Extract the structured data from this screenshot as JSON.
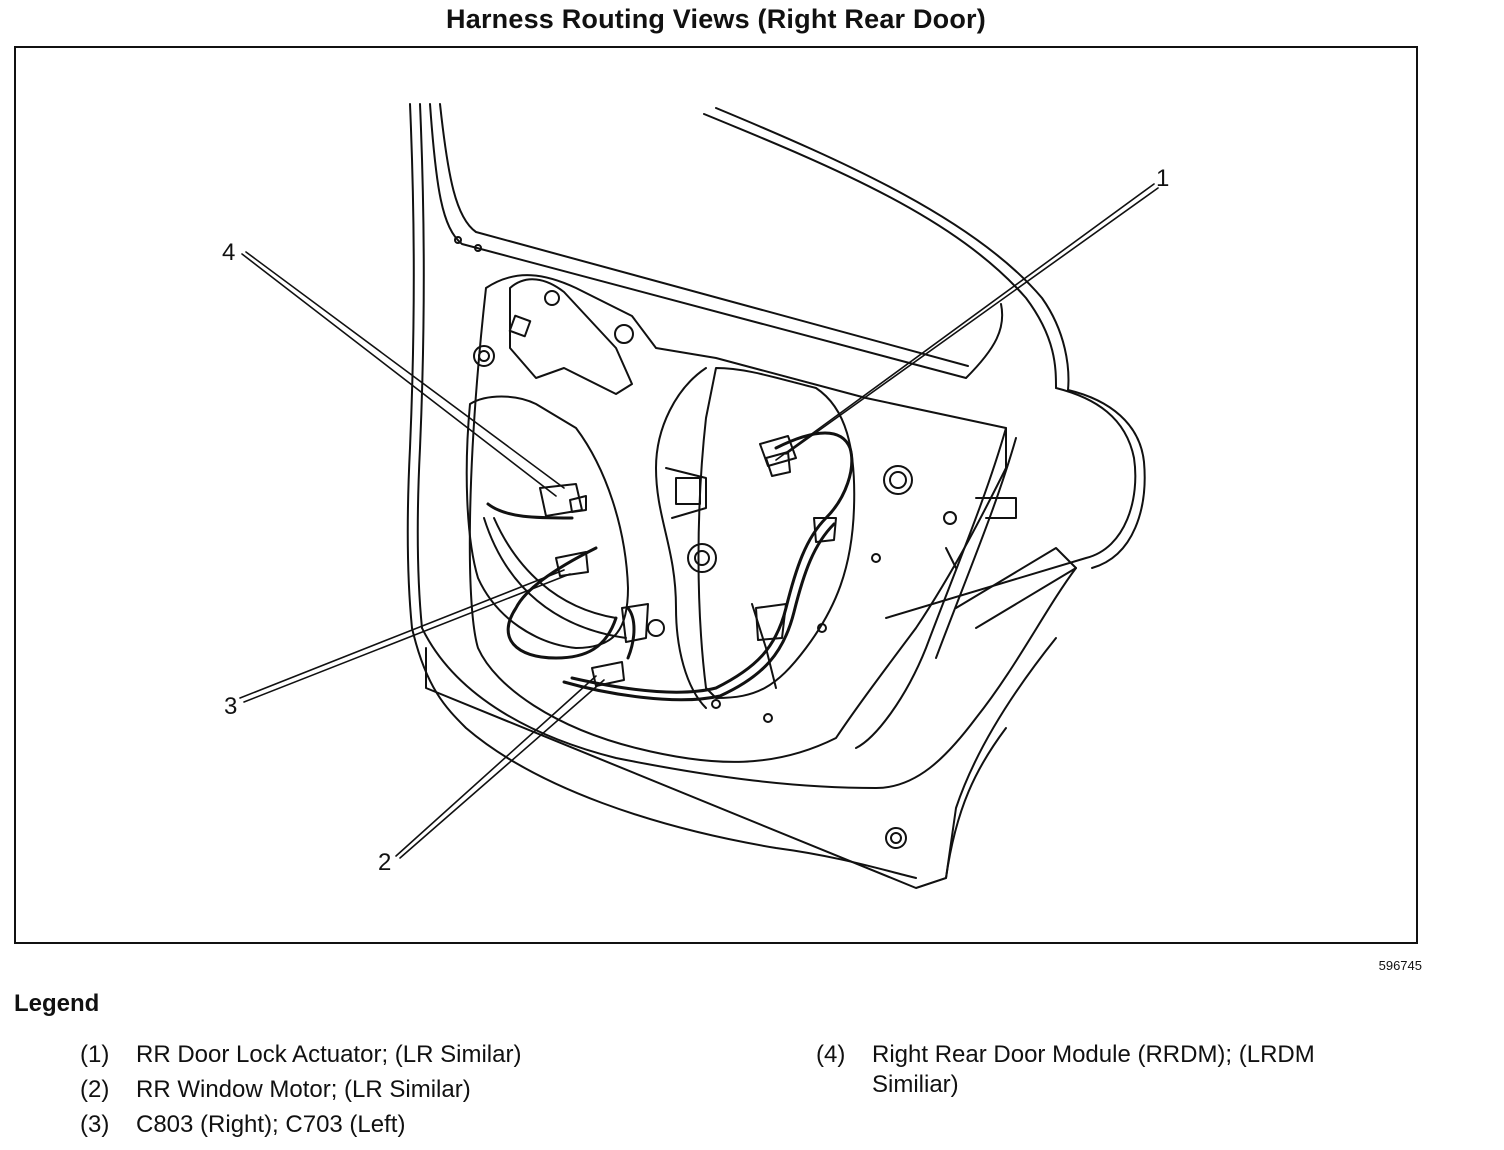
{
  "title": "Harness Routing Views (Right Rear Door)",
  "figure_number": "596745",
  "legend": {
    "heading": "Legend",
    "items": [
      {
        "num": "(1)",
        "text": "RR Door Lock Actuator; (LR Similar)"
      },
      {
        "num": "(2)",
        "text": "RR Window Motor; (LR Similar)"
      },
      {
        "num": "(3)",
        "text": "C803 (Right); C703 (Left)"
      },
      {
        "num": "(4)",
        "text": "Right Rear Door Module (RRDM); (LRDM",
        "text2": "Similiar)"
      }
    ]
  },
  "callouts": [
    "1",
    "2",
    "3",
    "4"
  ]
}
